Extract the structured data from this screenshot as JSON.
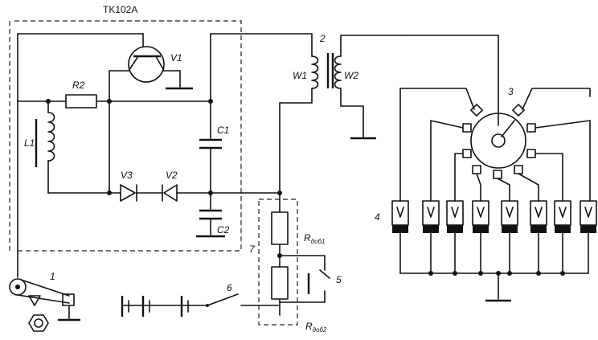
{
  "block_title": "TK102A",
  "labels": {
    "v1": "V1",
    "r2": "R2",
    "l1": "L1",
    "c1": "C1",
    "c2": "C2",
    "v3": "V3",
    "v2": "V2",
    "w1": "W1",
    "w2": "W2"
  },
  "callouts": {
    "n1": "1",
    "n2": "2",
    "n3": "3",
    "n4": "4",
    "n5": "5",
    "n6": "6",
    "n7": "7"
  },
  "resistors": {
    "r1_prefix": "R",
    "r1_sub": "доб1",
    "r2_prefix": "R",
    "r2_sub": "доб2"
  }
}
